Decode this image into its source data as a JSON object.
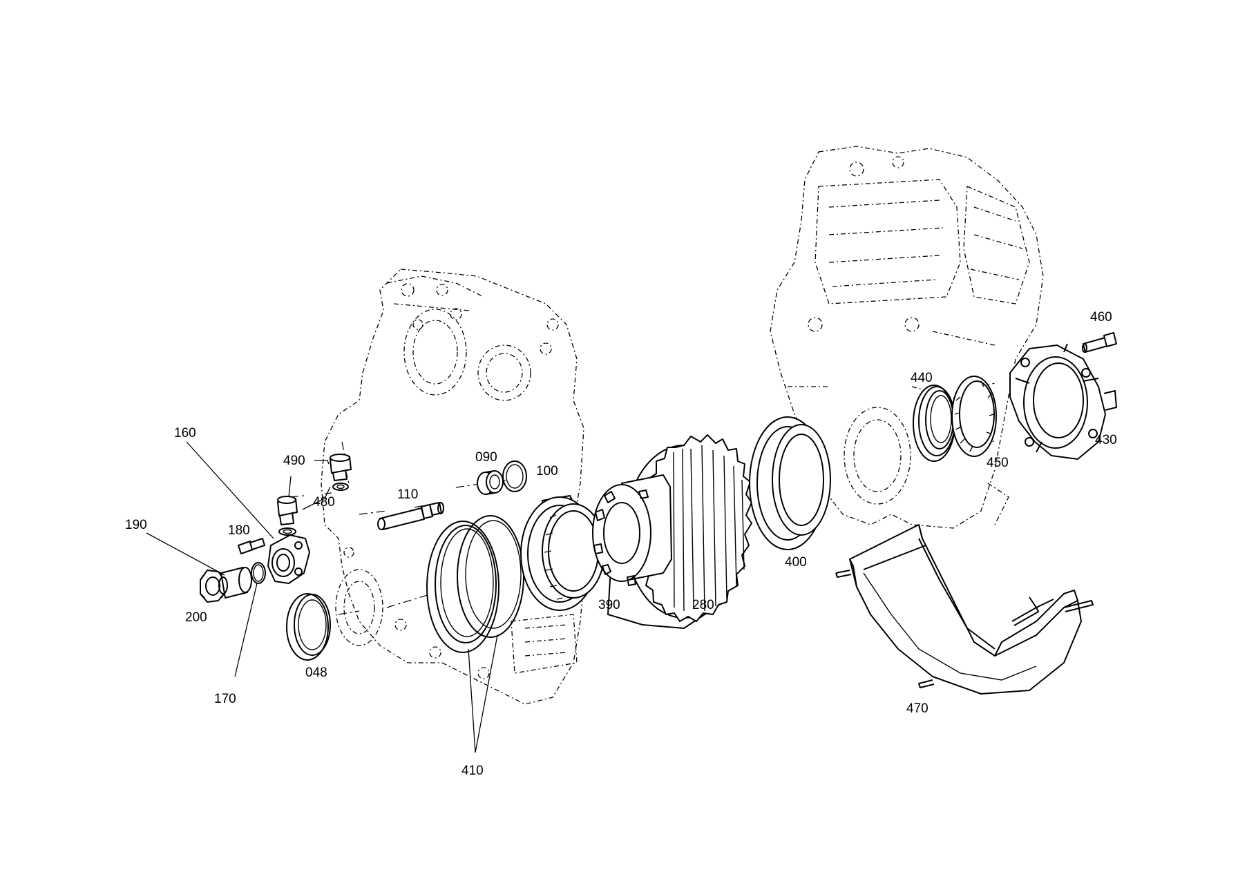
{
  "labels": {
    "p048": "048",
    "p090": "090",
    "p100": "100",
    "p110": "110",
    "p160": "160",
    "p170": "170",
    "p180": "180",
    "p190": "190",
    "p200": "200",
    "p280": "280",
    "p390": "390",
    "p400": "400",
    "p410": "410",
    "p430": "430",
    "p440": "440",
    "p450": "450",
    "p460": "460",
    "p470": "470",
    "p480": "480",
    "p490": "490"
  }
}
